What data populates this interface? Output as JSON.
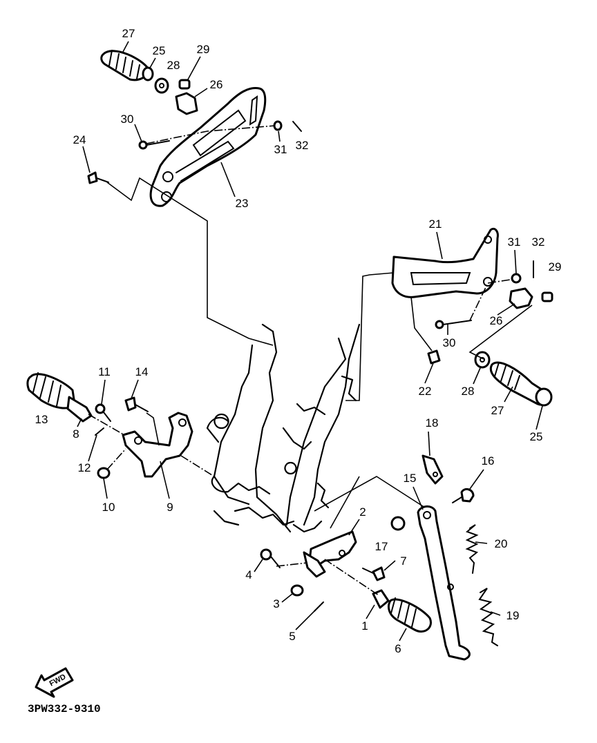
{
  "diagram_code": "3PW332-9310",
  "fwd_label": "FWD",
  "part_labels": {
    "p1": "1",
    "p2": "2",
    "p3": "3",
    "p4": "4",
    "p5": "5",
    "p6": "6",
    "p7": "7",
    "p8": "8",
    "p9": "9",
    "p10": "10",
    "p11": "11",
    "p12": "12",
    "p13": "13",
    "p14": "14",
    "p15": "15",
    "p16": "16",
    "p17": "17",
    "p18": "18",
    "p19": "19",
    "p20": "20",
    "p21": "21",
    "p22": "22",
    "p23": "23",
    "p24": "24",
    "p25": "25",
    "p26": "26",
    "p27": "27",
    "p28": "28",
    "p29": "29",
    "p30": "30",
    "p31": "31",
    "p32": "32"
  },
  "right_labels": {
    "r25": "25",
    "r26": "26",
    "r27": "27",
    "r28": "28",
    "r29": "29",
    "r30": "30",
    "r31": "31",
    "r32": "32"
  }
}
